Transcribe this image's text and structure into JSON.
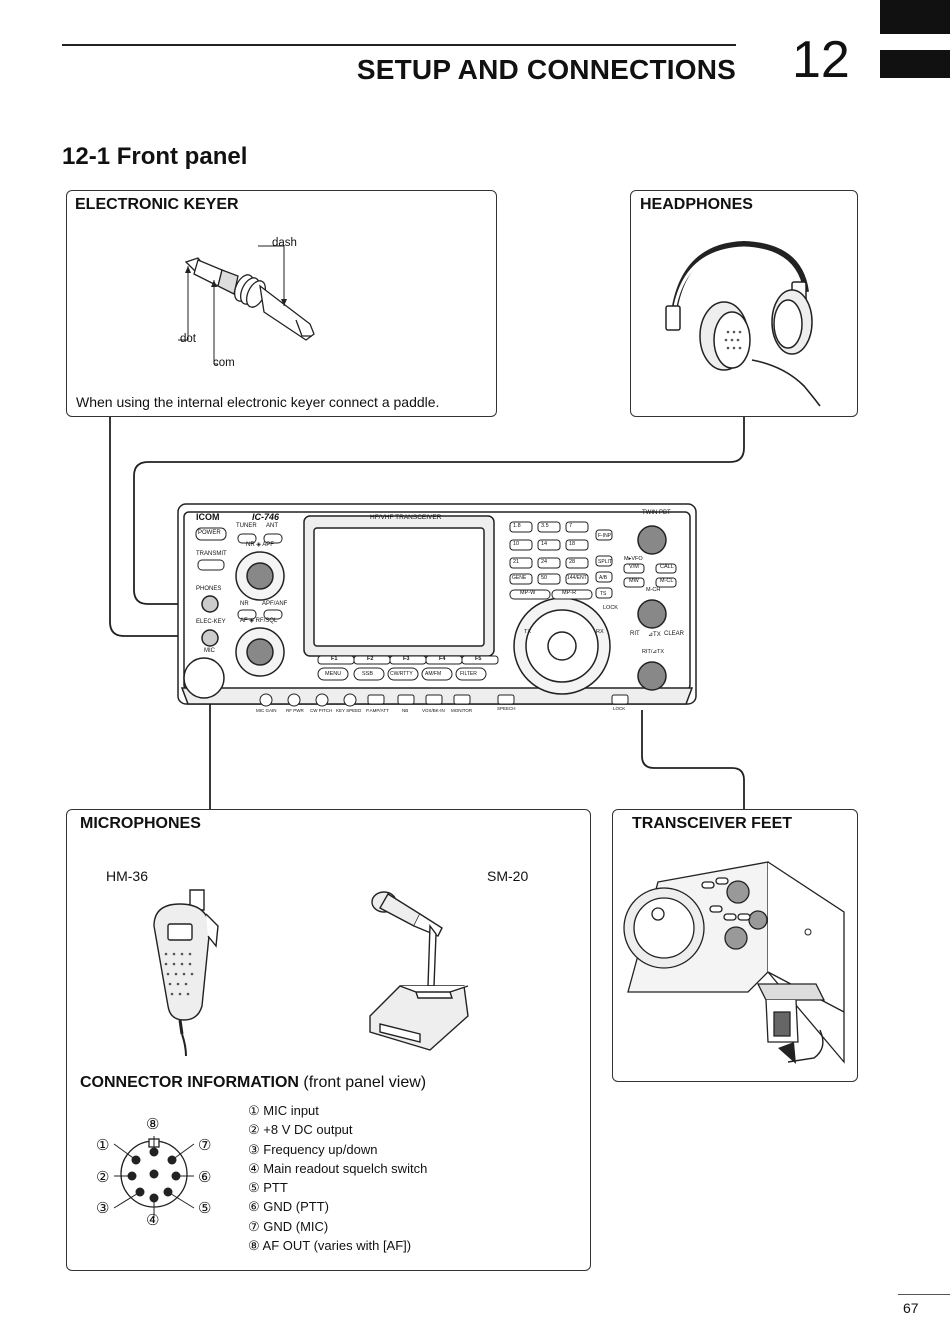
{
  "header": {
    "chapter_title": "SETUP AND CONNECTIONS",
    "chapter_number": "12"
  },
  "section_title": "12-1 Front panel",
  "keyer": {
    "title": "ELECTRONIC KEYER",
    "label_dash": "dash",
    "label_dot": "dot",
    "label_com": "com",
    "caption": "When using the internal electronic keyer connect a paddle."
  },
  "headphones": {
    "title": "HEADPHONES"
  },
  "radio": {
    "brand": "ICOM",
    "model": "IC-746",
    "band_label": "HF/VHF TRANSCEIVER",
    "left_labels": [
      "POWER",
      "TRANSMIT",
      "PHONES",
      "ELEC-KEY",
      "MIC"
    ],
    "knob_labels": [
      "TUNER",
      "ANT",
      "NR ◈ APF",
      "NR",
      "APF/ANF",
      "AF ◈ RF/SQL"
    ],
    "band_buttons": [
      "1.8",
      "3.5",
      "7",
      "10",
      "14",
      "18",
      "21",
      "24",
      "28",
      "GENE",
      "50",
      "144/ENT"
    ],
    "side_buttons": [
      "F-INP",
      "SPLIT",
      "A/B",
      "TS"
    ],
    "memory_buttons": [
      "MP-W",
      "MP-R"
    ],
    "function_keys": [
      "F1",
      "F2",
      "F3",
      "F4",
      "F5"
    ],
    "mode_buttons": [
      "MENU",
      "SSB",
      "CW/RTTY",
      "AM/FM",
      "FILTER"
    ],
    "right_labels": [
      "TWIN PBT",
      "M▸VFO",
      "V/M",
      "CALL",
      "MW",
      "M-CL",
      "M-CH",
      "RIT",
      "⊿TX",
      "CLEAR",
      "RIT/⊿TX",
      "LOCK",
      "TX",
      "RX"
    ],
    "bottom_labels": [
      "MIC GAIN",
      "RF PWR",
      "CW PITCH",
      "KEY SPEED",
      "P.AMP/ATT",
      "NB",
      "VOX/BK-IN",
      "MONITOR",
      "SPEECH",
      "LOCK"
    ]
  },
  "microphones": {
    "title": "MICROPHONES",
    "mic1": "HM-36",
    "mic2": "SM-20"
  },
  "feet": {
    "title": "TRANSCEIVER FEET"
  },
  "connector": {
    "title_bold": "CONNECTOR INFORMATION",
    "title_rest": " (front panel view)",
    "pin_marks": [
      "①",
      "②",
      "③",
      "④",
      "⑤",
      "⑥",
      "⑦",
      "⑧"
    ],
    "pins": [
      "① MIC input",
      "② +8 V DC output",
      "③ Frequency up/down",
      "④ Main readout squelch switch",
      "⑤ PTT",
      "⑥ GND (PTT)",
      "⑦ GND (MIC)",
      "⑧ AF OUT (varies with [AF])"
    ]
  },
  "page_number": "67"
}
